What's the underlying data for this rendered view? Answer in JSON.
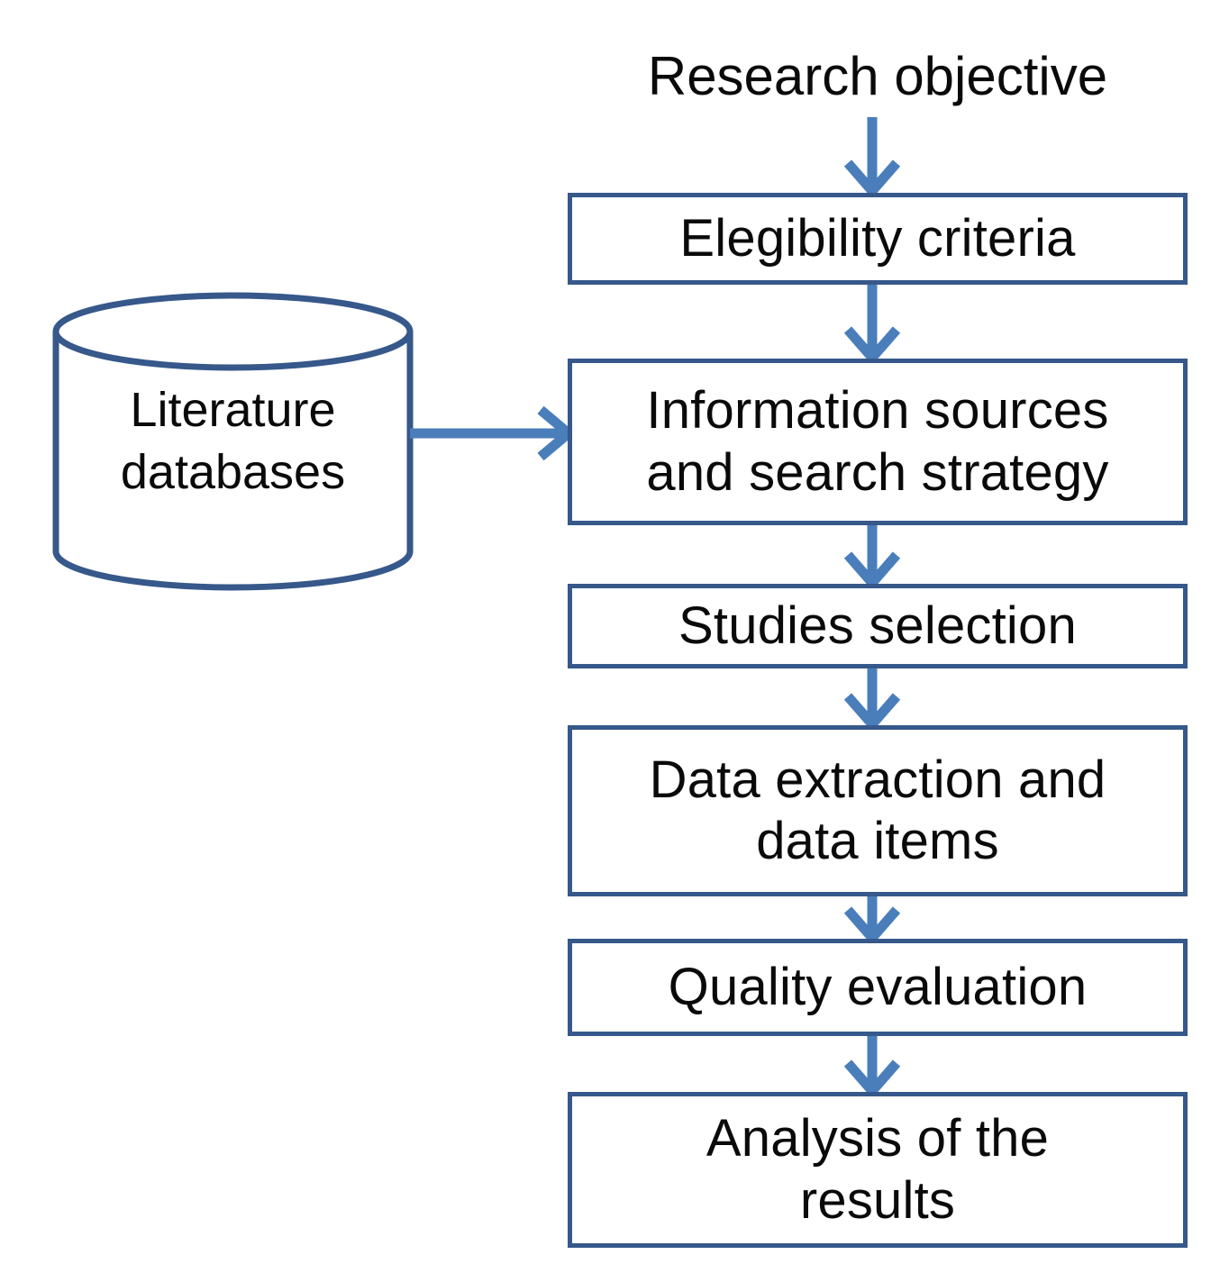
{
  "diagram": {
    "title_node": {
      "label": "Research objective",
      "shape": "text"
    },
    "datastore": {
      "label": "Literature\ndatabases",
      "shape": "cylinder"
    },
    "steps": [
      {
        "id": "eligibility",
        "label": "Elegibility  criteria"
      },
      {
        "id": "info-sources",
        "label": "Information sources\nand search strategy"
      },
      {
        "id": "studies-select",
        "label": "Studies  selection"
      },
      {
        "id": "data-extraction",
        "label": "Data extraction and\ndata items"
      },
      {
        "id": "quality-eval",
        "label": "Quality evaluation"
      },
      {
        "id": "analysis",
        "label": "Analysis of the\nresults"
      }
    ],
    "connectors": [
      {
        "from": "Research objective",
        "to": "Elegibility  criteria",
        "direction": "down"
      },
      {
        "from": "Elegibility  criteria",
        "to": "Information sources and search strategy",
        "direction": "down"
      },
      {
        "from": "Literature databases",
        "to": "Information sources and search strategy",
        "direction": "right"
      },
      {
        "from": "Information sources and search strategy",
        "to": "Studies  selection",
        "direction": "down"
      },
      {
        "from": "Studies  selection",
        "to": "Data extraction and data items",
        "direction": "down"
      },
      {
        "from": "Data extraction and data items",
        "to": "Quality evaluation",
        "direction": "down"
      },
      {
        "from": "Quality evaluation",
        "to": "Analysis of the results",
        "direction": "down"
      }
    ],
    "colors": {
      "box_border": "#36588a",
      "box_fill": "#ffffff",
      "arrow": "#4a7ebb",
      "cylinder_stroke": "#36588a",
      "text": "#0a0a0a",
      "background": "#ffffff"
    }
  }
}
